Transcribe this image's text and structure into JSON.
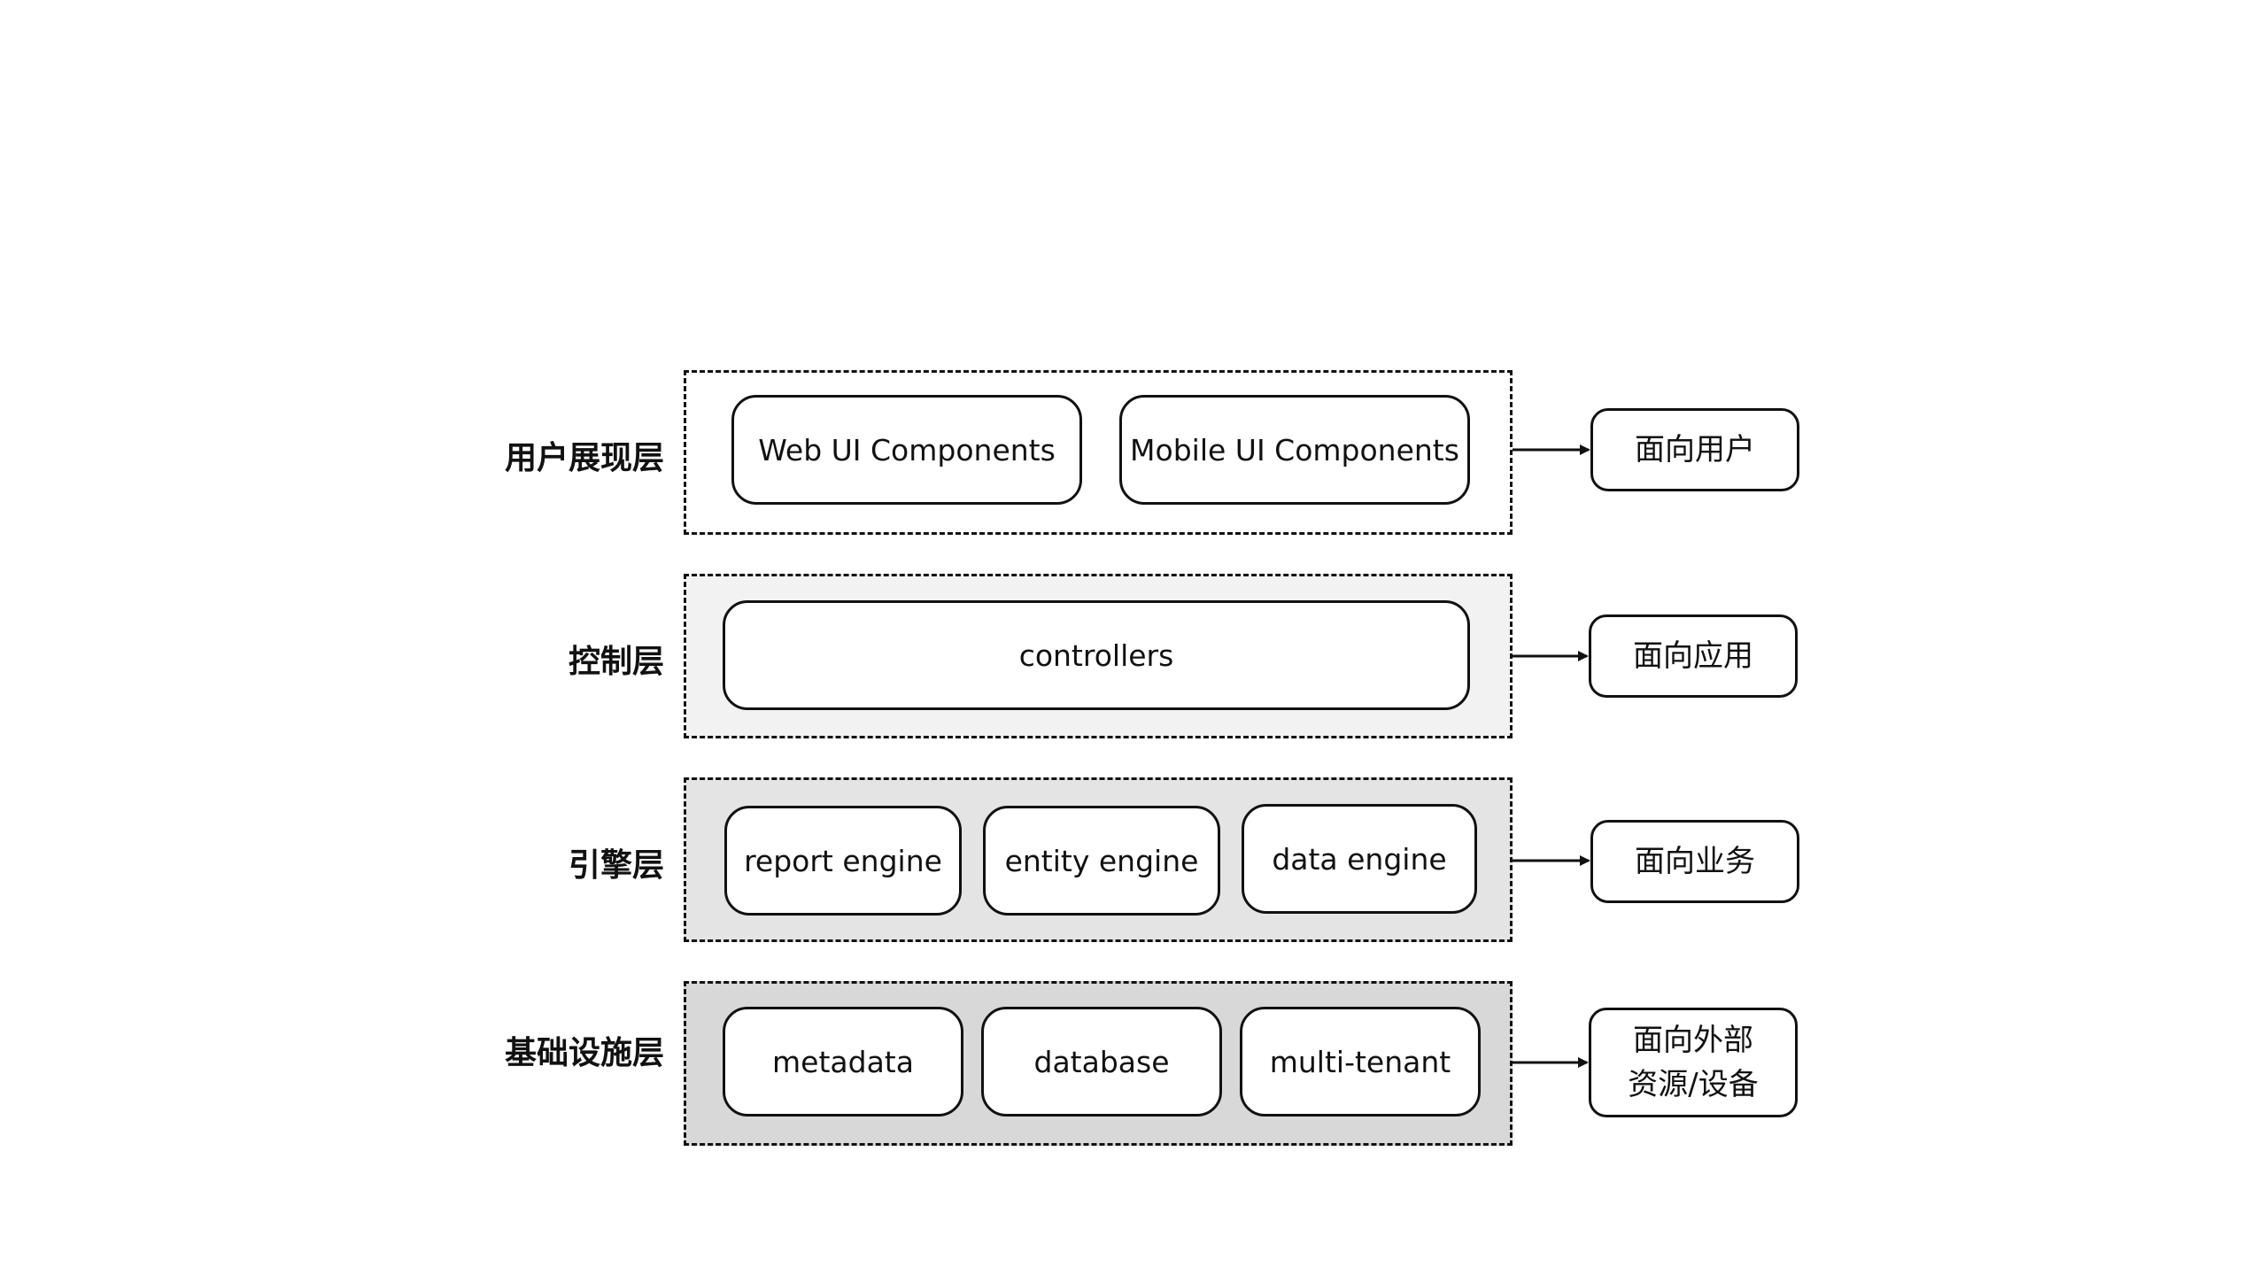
{
  "layers": [
    {
      "label": "用户展现层",
      "fill": "#ffffff",
      "components": [
        "Web UI Components",
        "Mobile UI Components"
      ],
      "target": [
        "面向用户"
      ]
    },
    {
      "label": "控制层",
      "fill": "#f2f2f2",
      "components": [
        "controllers"
      ],
      "target": [
        "面向应用"
      ]
    },
    {
      "label": "引擎层",
      "fill": "#e4e4e4",
      "components": [
        "report engine",
        "entity engine",
        "data engine"
      ],
      "target": [
        "面向业务"
      ]
    },
    {
      "label": "基础设施层",
      "fill": "#d8d8d8",
      "components": [
        "metadata",
        "database",
        "multi-tenant"
      ],
      "target": [
        "面向外部",
        "资源/设备"
      ]
    }
  ]
}
